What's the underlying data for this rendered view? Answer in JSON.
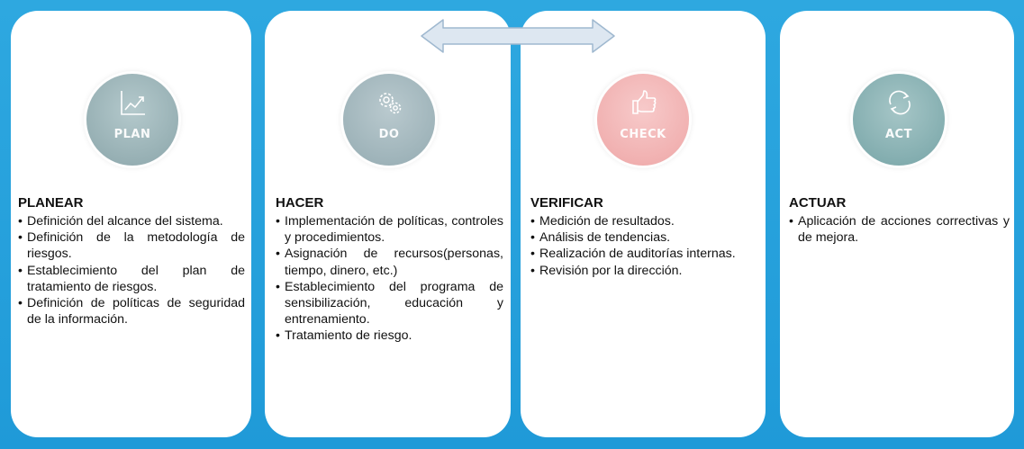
{
  "phases": [
    {
      "icon": "chart-line-icon",
      "circle_label": "PLAN",
      "circle_color": "#97b0b4",
      "title": "PLANEAR",
      "items": [
        "Definición del alcance del sistema.",
        "Definición de la metodología de riesgos.",
        "Establecimiento del plan de tratamiento de riesgos.",
        "Definición de políticas de seguridad de la información."
      ]
    },
    {
      "icon": "gears-icon",
      "circle_label": "DO",
      "circle_color": "#9fb4ba",
      "title": "HACER",
      "items": [
        "Implementación de políticas, controles y procedimientos.",
        "Asignación de recursos(personas, tiempo, dinero, etc.)",
        "Establecimiento del programa de sensibilización, educación y entrenamiento.",
        "Tratamiento de riesgo."
      ]
    },
    {
      "icon": "thumbs-up-icon",
      "circle_label": "CHECK",
      "circle_color": "#f1b1b1",
      "title": "VERIFICAR",
      "items": [
        "Medición de resultados.",
        "Análisis de tendencias.",
        "Realización de auditorías internas.",
        "Revisión por la dirección."
      ]
    },
    {
      "icon": "cycle-arrows-icon",
      "circle_label": "ACT",
      "circle_color": "#84aeb0",
      "title": "ACTUAR",
      "items": [
        "Aplicación de acciones correctivas y de mejora."
      ]
    }
  ],
  "bullet_char": "•",
  "colors": {
    "frame_blue": "#1f9ad8",
    "arrow_fill": "#dde7f1",
    "arrow_stroke": "#9fb8cf"
  }
}
